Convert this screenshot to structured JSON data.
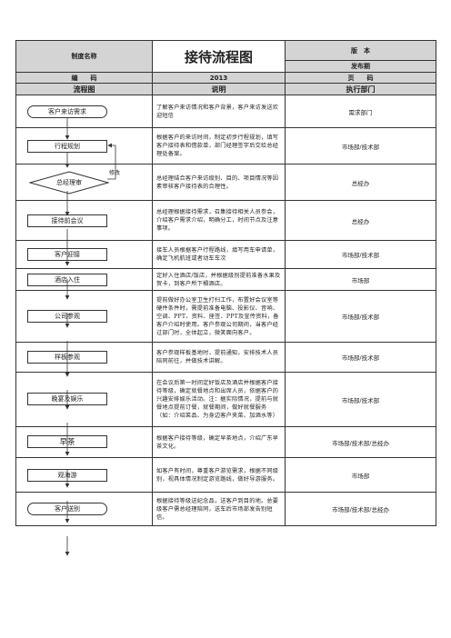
{
  "header": {
    "doc_name_label": "制度名称",
    "title": "接待流程图",
    "version_label": "版　本",
    "publish_date_label": "发布期",
    "code_label": "编　　码",
    "code_value": "2013",
    "page_label": "页　　码"
  },
  "columns": {
    "flow": "流程图",
    "desc": "说明",
    "dept": "执行部门"
  },
  "edit_label": "修改",
  "rows": [
    {
      "node": "客户来访需求",
      "desc": "了解客户来访情况和客户背景，客户来访发送欢迎短信",
      "dept": "需求部门"
    },
    {
      "node": "行程规划",
      "desc": "根据客户的来访时间，制定初步行程规划，填写客户接待表和借款单，部门经理签字后交给总经理处备案。",
      "dept": "市场部/技术部"
    },
    {
      "node": "总经理审",
      "desc": "总经理结合客户来访级别、目的、项目情况等因素审核客户接待表的合理性。",
      "dept": "总经办"
    },
    {
      "node": "接待前会议",
      "desc": "总经理根据接待需求，召集接待相关人员参会，介绍客户需求介绍，明确分工，时间节点及注意事项。",
      "dept": "总经办"
    },
    {
      "node": "客户迎接",
      "desc": "接车人员根据客户行程路线，填写用车申请单，确定飞机航班或者动车车次",
      "dept": "市场部/技术部"
    },
    {
      "node": "酒店入住",
      "desc": "定好入住酒店/饭店，并根据级别提前准备水果及贺卡，到客户所下榻酒店。",
      "dept": "市场部"
    },
    {
      "node": "公司参观",
      "desc": "提前做好办公室卫生打扫工作，布置好会议室等硬件条件时，需提前准备电脑、投影仪、音响、空调、PPT、资料、座签、PPT及宣传资料，备客户介绍时使用。客户参观公司期间，当客户经过部门时，全体起立，微笑面向客户。",
      "dept": "市场部/技术部"
    },
    {
      "node": "样板参观",
      "desc": "客户参观样板基地时，提前通知，安排技术人员陪同前往，并做技术讲解。",
      "dept": "市场部/技术部"
    },
    {
      "node": "晚宴及娱乐",
      "desc": "在会议后第一时间定好饭店及酒店并根据客户接待等级，确定就餐地点和出席人员，依据客户的兴趣安排娱乐活动。注：据实际情况，提前与就餐地点提前订餐，就餐期间，做好就餐服务（如：介绍菜品、为身边客户夹菜、加酒水等）",
      "dept": "市场部/技术部"
    },
    {
      "node": "早茶",
      "desc": "根据客户接待等级，确定早茶地点，介绍广东早茶文化。",
      "dept": "市场部/技术部/总经办"
    },
    {
      "node": "观海游",
      "desc": "如客户有时间，尊重客户游览需求，根据不同级别，视具体情况制定游览路线，做好导游服务。",
      "dept": "市场部"
    },
    {
      "node": "客户送别",
      "desc": "根据接待等级送纪念品，送客户到目的地。总要级客户需总经理陪同，送车后市场部发告别短信。",
      "dept": "市场部/技术部/总经办"
    }
  ]
}
